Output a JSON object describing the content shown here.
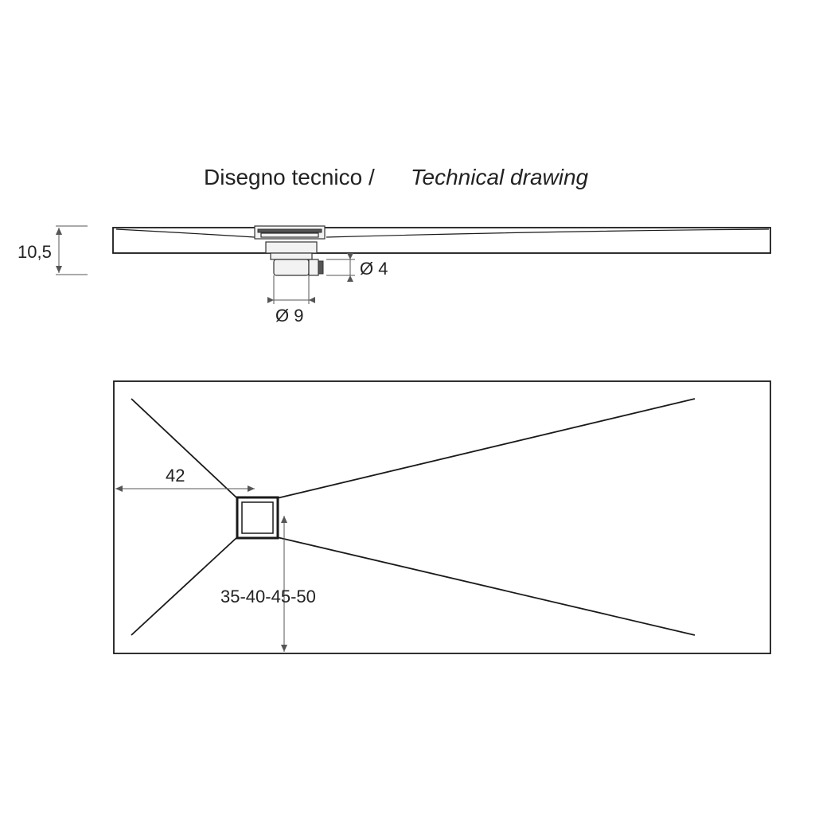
{
  "title": {
    "it": "Disegno tecnico /",
    "en": "Technical drawing"
  },
  "side_view": {
    "height_label": "10,5",
    "outlet_label": "Ø 4",
    "drain_label": "Ø 9"
  },
  "top_view": {
    "drain_offset_label": "42",
    "drain_position_label": "35-40-45-50"
  }
}
